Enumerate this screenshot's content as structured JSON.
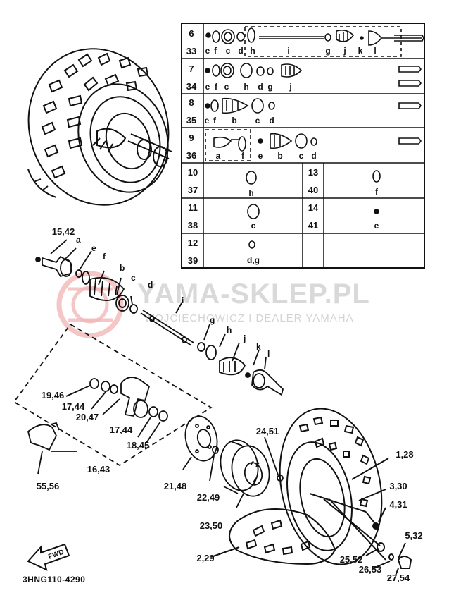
{
  "watermark": {
    "main": "YAMA-SKLEP.PL",
    "sub": "WOJCIECHOWICZ I DEALER YAMAHA"
  },
  "diagram_code": "3HNG110-4290",
  "fwd_label": "FWD",
  "callouts": {
    "c15_42": "15,42",
    "c19_46": "19,46",
    "c17_44a": "17,44",
    "c20_47": "20,47",
    "c17_44b": "17,44",
    "c18_45": "18,45",
    "c16_43": "16,43",
    "c55_56": "55,56",
    "c21_48": "21,48",
    "c22_49": "22,49",
    "c23_50": "23,50",
    "c24_51": "24,51",
    "c1_28": "1,28",
    "c3_30": "3,30",
    "c4_31": "4,31",
    "c5_32": "5,32",
    "c25_52": "25,52",
    "c26_53": "26,53",
    "c27_54": "27,54",
    "c2_29": "2,29"
  },
  "exploded_letters": {
    "a": "a",
    "e": "e",
    "f": "f",
    "b": "b",
    "c": "c",
    "d": "d",
    "i": "i",
    "g": "g",
    "h": "h",
    "j": "j",
    "k": "k",
    "l": "l"
  },
  "table": {
    "rows": [
      {
        "ref_top": "6",
        "ref_bot": "33",
        "letters": [
          "e",
          "f",
          "c",
          "d",
          "h",
          "i",
          "g",
          "j",
          "k",
          "l"
        ]
      },
      {
        "ref_top": "7",
        "ref_bot": "34",
        "letters": [
          "e",
          "f",
          "c",
          "h",
          "d",
          "g",
          "j"
        ]
      },
      {
        "ref_top": "8",
        "ref_bot": "35",
        "letters": [
          "e",
          "f",
          "b",
          "c",
          "d"
        ]
      },
      {
        "ref_top": "9",
        "ref_bot": "36",
        "letters": [
          "a",
          "f",
          "e",
          "b",
          "c",
          "d"
        ]
      },
      {
        "ref_top": "10",
        "ref_bot": "37",
        "letters": [
          "h"
        ],
        "ref2_top": "13",
        "ref2_bot": "40",
        "letters2": [
          "f"
        ]
      },
      {
        "ref_top": "11",
        "ref_bot": "38",
        "letters": [
          "c"
        ],
        "ref2_top": "14",
        "ref2_bot": "41",
        "letters2": [
          "e"
        ]
      },
      {
        "ref_top": "12",
        "ref_bot": "39",
        "letters": [
          "d,g"
        ]
      }
    ]
  }
}
